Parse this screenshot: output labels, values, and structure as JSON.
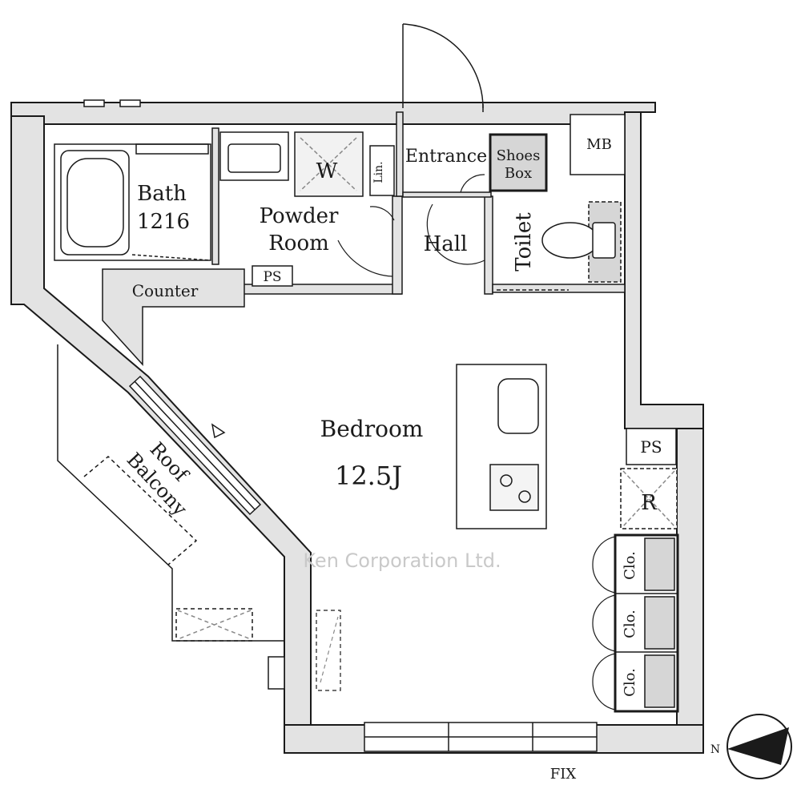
{
  "rooms": {
    "bath_name": "Bath",
    "bath_size": "1216",
    "washer": "W",
    "linen": "Lin.",
    "powder_line1": "Powder",
    "powder_line2": "Room",
    "entrance": "Entrance",
    "shoes_line1": "Shoes",
    "shoes_line2": "Box",
    "mb": "MB",
    "hall": "Hall",
    "toilet": "Toilet",
    "counter": "Counter",
    "ps_upper": "PS",
    "ps_right": "PS",
    "refrigerator": "R",
    "bedroom_name": "Bedroom",
    "bedroom_size": "12.5J",
    "roof_line1": "Roof",
    "roof_line2": "Balcony",
    "closet_1": "Clo.",
    "closet_2": "Clo.",
    "closet_3": "Clo.",
    "fix": "FIX"
  },
  "compass": {
    "north_label": "N"
  },
  "watermark": "Ken Corporation Ltd.",
  "colors": {
    "wall": "#e3e3e3",
    "line": "#1a1a1a",
    "shade": "#cfcfcf"
  }
}
